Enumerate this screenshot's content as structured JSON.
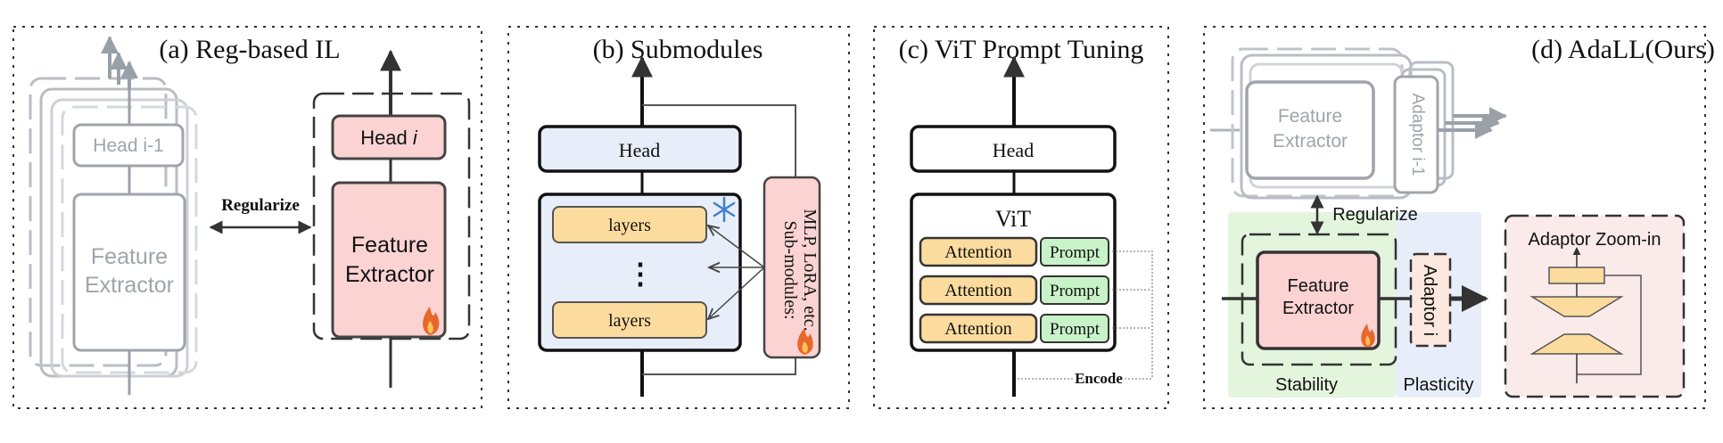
{
  "panel_a": {
    "title": "(a) Reg-based IL",
    "ghost_head": "Head i-1",
    "ghost_extractor_1": "Feature",
    "ghost_extractor_2": "Extractor",
    "regularize": "Regularize",
    "head_prefix": "Head ",
    "head_index": "i",
    "extractor_1": "Feature",
    "extractor_2": "Extractor"
  },
  "panel_b": {
    "title": "(b) Submodules",
    "head": "Head",
    "layer_top": "layers",
    "dots": "⋮",
    "layer_bottom": "layers",
    "sub_line1": "Sub-modules:",
    "sub_line2": "MLP, LoRA, etc."
  },
  "panel_c": {
    "title": "(c) ViT Prompt Tuning",
    "head": "Head",
    "vit": "ViT",
    "attention": [
      "Attention",
      "Attention",
      "Attention"
    ],
    "prompt": [
      "Prompt",
      "Prompt",
      "Prompt"
    ],
    "encode": "Encode"
  },
  "panel_d": {
    "title": "(d) AdaLL(Ours)",
    "ghost_extractor_1": "Feature",
    "ghost_extractor_2": "Extractor",
    "ghost_adaptor": "Adaptor i-1",
    "regularize": "Regularize",
    "extractor_1": "Feature",
    "extractor_2": "Extractor",
    "adaptor": "Adaptor i",
    "stability": "Stability",
    "plasticity": "Plasticity",
    "zoom_title": "Adaptor Zoom-in"
  },
  "colors": {
    "pink": "#fbd3d3",
    "blue": "#e7eef9",
    "orange": "#fbdc9e",
    "green": "#c8f2c8",
    "green_bg": "#e3f5dd",
    "zoom_bg": "#fbeaea",
    "ghost": "#a0a4ab"
  }
}
